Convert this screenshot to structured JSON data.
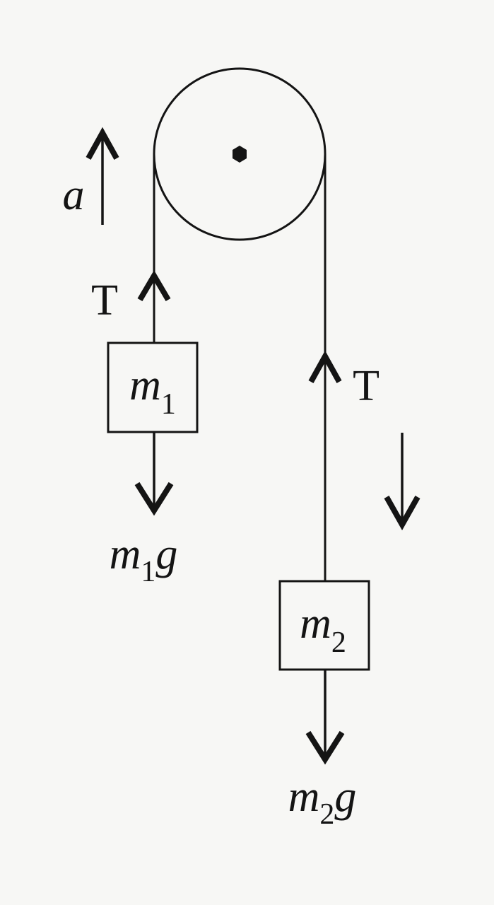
{
  "labels": {
    "acceleration": "a",
    "tension_left": "T",
    "tension_right": "T",
    "mass1": {
      "symbol": "m",
      "subscript": "1"
    },
    "mass2": {
      "symbol": "m",
      "subscript": "2"
    },
    "weight1": {
      "symbol": "m",
      "subscript": "1",
      "suffix": "g"
    },
    "weight2": {
      "symbol": "m",
      "subscript": "2",
      "suffix": "g"
    }
  }
}
